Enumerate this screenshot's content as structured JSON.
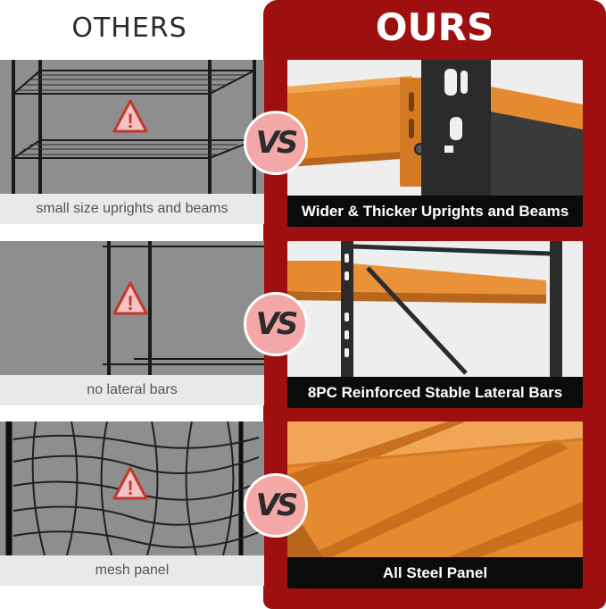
{
  "header": {
    "others_title": "OTHERS",
    "ours_title": "OURS"
  },
  "rows": [
    {
      "others_caption": "small size uprights and beams",
      "ours_caption": "Wider & Thicker Uprights and Beams",
      "vs_label": "VS"
    },
    {
      "others_caption": "no lateral bars",
      "ours_caption": "8PC Reinforced Stable Lateral Bars",
      "vs_label": "VS"
    },
    {
      "others_caption": "mesh panel",
      "ours_caption": "All Steel Panel",
      "vs_label": "VS"
    }
  ],
  "colors": {
    "ours_panel": "#9e0f0f",
    "steel_orange": "#e58a2e",
    "vs_badge": "#f4a7a7",
    "warning_red": "#c0392b"
  },
  "icons": {
    "warning": "warning-triangle-icon"
  }
}
